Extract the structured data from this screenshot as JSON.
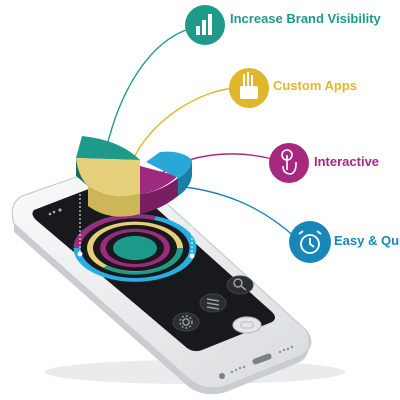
{
  "features": [
    {
      "label": "Increase Brand Visibility",
      "color": "#1e9a8a",
      "icon": "bar-chart-icon"
    },
    {
      "label": "Custom Apps",
      "color": "#e0b72c",
      "icon": "pencil-cup-icon"
    },
    {
      "label": "Interactive",
      "color": "#a7297f",
      "icon": "tap-hand-icon"
    },
    {
      "label": "Easy & Quick",
      "color": "#1687b8",
      "icon": "alarm-clock-icon"
    }
  ],
  "colors": {
    "phone_body": "#f2f3f4",
    "screen": "#17191c",
    "teal": "#1e9a8a",
    "yellow": "#e6cf7a",
    "purple": "#9c2a7d",
    "blue": "#29a8d8"
  },
  "phone": {
    "icons": [
      "gear-icon",
      "menu-icon",
      "search-icon"
    ]
  }
}
